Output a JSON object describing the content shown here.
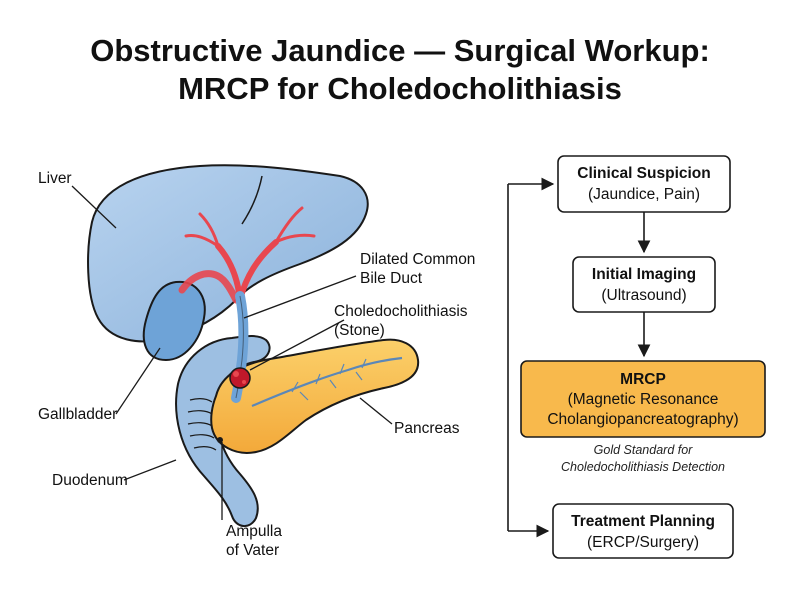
{
  "title": {
    "line1": "Obstructive Jaundice — Surgical Workup:",
    "line2": "MRCP for Choledocholithiasis"
  },
  "anatomy": {
    "liver": "Liver",
    "cbd_line1": "Dilated Common",
    "cbd_line2": "Bile Duct",
    "stone_line1": "Choledocholithiasis",
    "stone_line2": "(Stone)",
    "gallbladder": "Gallbladder",
    "pancreas": "Pancreas",
    "duodenum": "Duodenum",
    "ampulla_line1": "Ampulla",
    "ampulla_line2": "of Vater"
  },
  "flow": {
    "step1": {
      "title": "Clinical Suspicion",
      "sub": "(Jaundice, Pain)"
    },
    "step2": {
      "title": "Initial Imaging",
      "sub": "(Ultrasound)"
    },
    "step3": {
      "title": "MRCP",
      "sub1": "(Magnetic Resonance",
      "sub2": "Cholangiopancreatography)"
    },
    "note_line1": "Gold Standard for",
    "note_line2": "Choledocholithiasis Detection",
    "step4": {
      "title": "Treatment Planning",
      "sub": "(ERCP/Surgery)"
    }
  },
  "colors": {
    "liver": "#9dc0e3",
    "bile_duct": "#e8474f",
    "pancreas": "#f7c047",
    "mrcp_box": "#f8b94c",
    "stroke": "#1a1a1a"
  }
}
